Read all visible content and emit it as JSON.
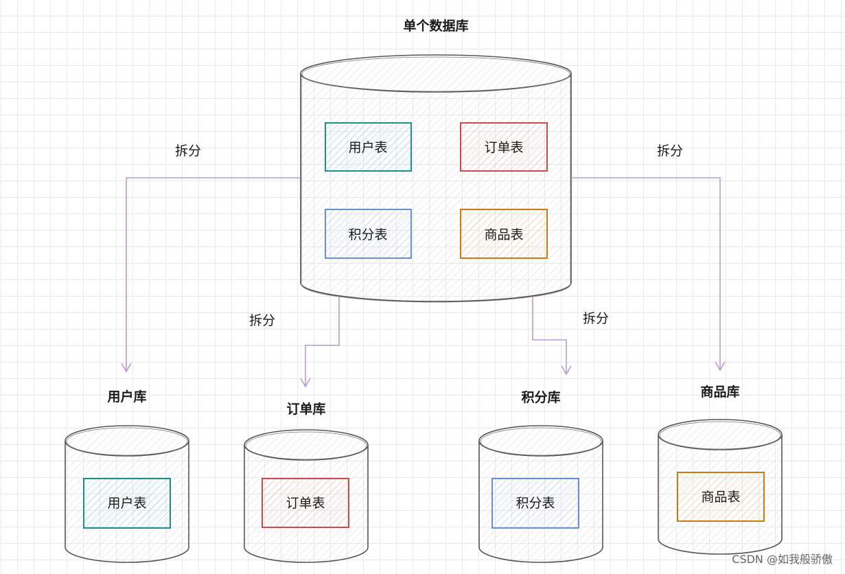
{
  "colors": {
    "arrow": "#b99ad6",
    "outline": "#555555",
    "user": "#1b8f8a",
    "order": "#c94a4a",
    "points": "#6a8fcf",
    "product": "#c97a14"
  },
  "main_db": {
    "title": "单个数据库",
    "tables": {
      "user": "用户表",
      "order": "订单表",
      "points": "积分表",
      "product": "商品表"
    }
  },
  "split_labels": {
    "left": "拆分",
    "right": "拆分",
    "mid_left": "拆分",
    "mid_right": "拆分"
  },
  "dbs": {
    "user": {
      "title": "用户库",
      "table": "用户表"
    },
    "order": {
      "title": "订单库",
      "table": "订单表"
    },
    "points": {
      "title": "积分库",
      "table": "积分表"
    },
    "product": {
      "title": "商品库",
      "table": "商品表"
    }
  },
  "watermark": "CSDN @如我般骄傲"
}
